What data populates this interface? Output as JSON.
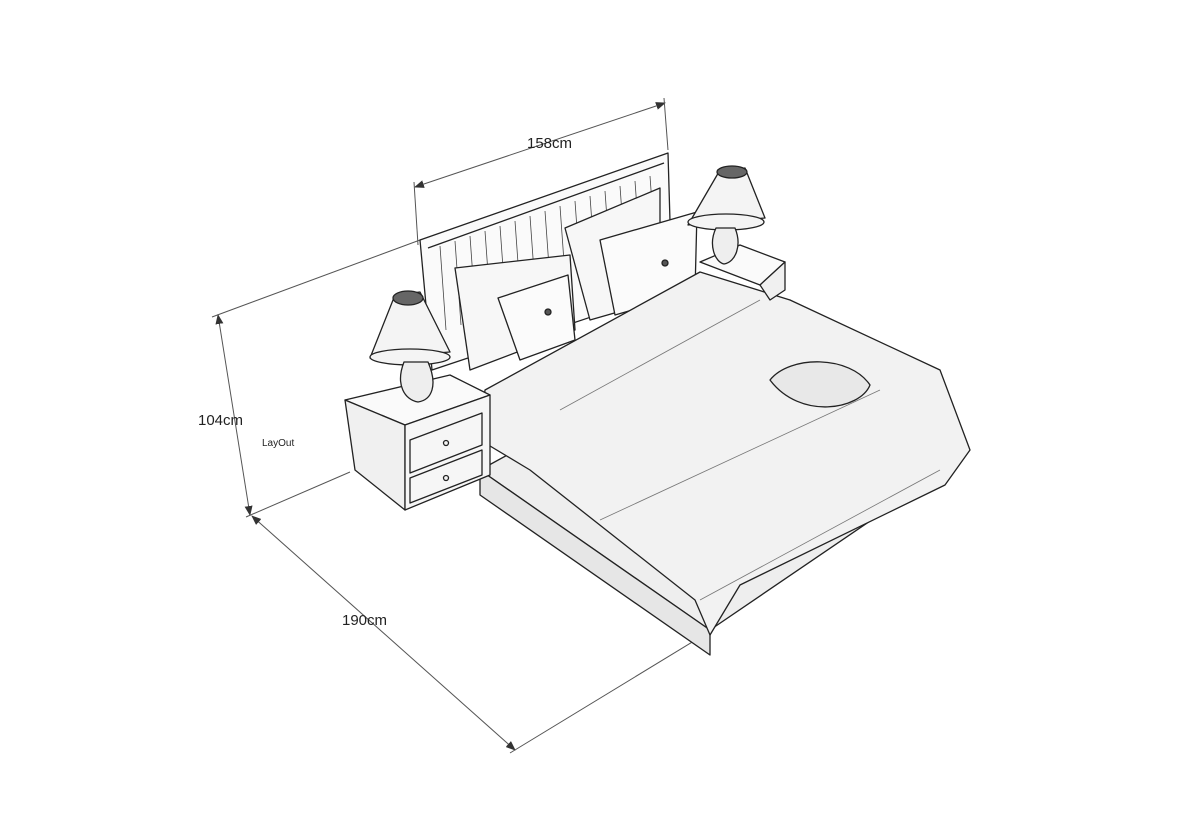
{
  "dimensions": {
    "width": "158cm",
    "height": "104cm",
    "length": "190cm"
  },
  "watermark": "LayOut"
}
